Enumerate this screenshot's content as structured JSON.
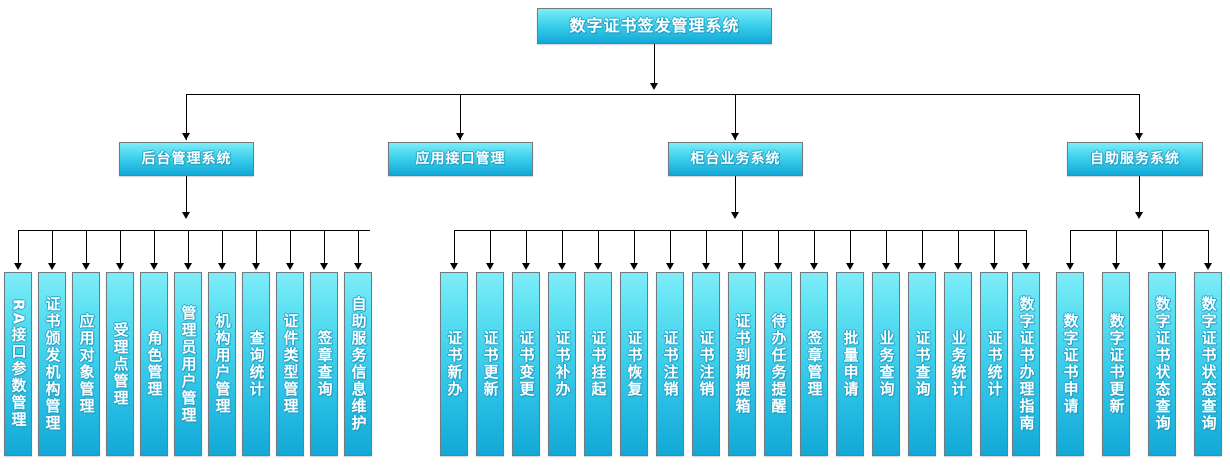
{
  "diagram": {
    "type": "organizational-tree",
    "title": "数字证书签发管理系统",
    "root": {
      "label": "数字证书签发管理系统"
    },
    "branches": [
      {
        "id": "backend",
        "label": "后台管理系统",
        "children": [
          "RA接口参数管理",
          "证书颁发机构管理",
          "应用对象管理",
          "受理点管理",
          "角色管理",
          "管理员用户管理",
          "机构用户管理",
          "查询统计",
          "证件类型管理",
          "签章查询",
          "自助服务信息维护"
        ]
      },
      {
        "id": "api",
        "label": "应用接口管理",
        "children": []
      },
      {
        "id": "counter",
        "label": "柜台业务系统",
        "children": [
          "证书新办",
          "证书更新",
          "证书变更",
          "证书补办",
          "证书挂起",
          "证书恢复",
          "证书注销",
          "证书注销",
          "证书到期提箱",
          "待办任务提醒",
          "签章管理",
          "批量申请",
          "业务查询",
          "证书查询",
          "业务统计",
          "证书统计",
          "数字证书办理指南"
        ]
      },
      {
        "id": "selfservice",
        "label": "自助服务系统",
        "children": [
          "数字证书申请",
          "数字证书更新",
          "数字证书状态查询"
        ]
      }
    ],
    "colors": {
      "node_top": "#7FEDF8",
      "node_bottom": "#13A8D6",
      "node_border": "#6f7b80",
      "text": "#ffffff",
      "connector": "#000000",
      "background": "#ffffff"
    }
  }
}
